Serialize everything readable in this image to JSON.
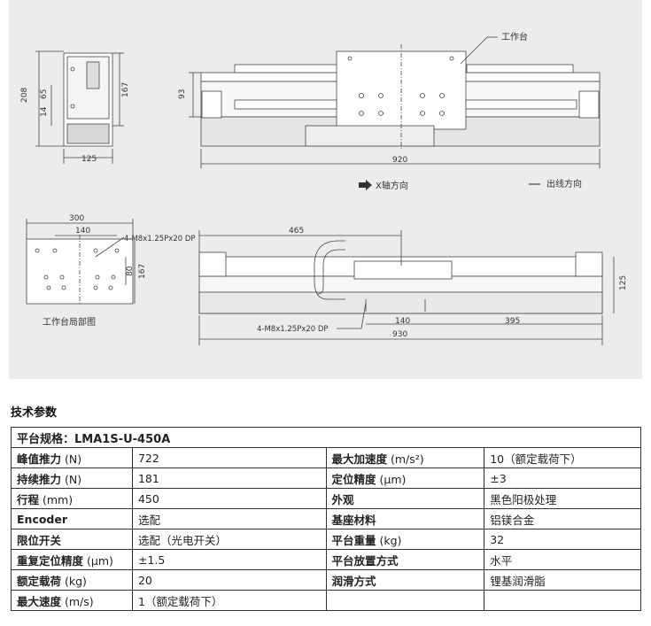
{
  "drawing": {
    "top_label_platform": "工作台",
    "dim_208": "208",
    "dim_65": "65",
    "dim_14": "14",
    "dim_167a": "167",
    "dim_125": "125",
    "dim_93": "93",
    "dim_920": "920",
    "axis_dir": "X轴方向",
    "cable_dir": "出线方向",
    "dim_300": "300",
    "dim_140a": "140",
    "hole_spec_a": "4-M8x1.25Px20 DP",
    "dim_80": "80",
    "dim_167b": "167",
    "detail_caption": "工作台局部图",
    "dim_465": "465",
    "dim_125b": "125",
    "hole_spec_b": "4-M8x1.25Px20 DP",
    "dim_140b": "140",
    "dim_395": "395",
    "dim_930": "930"
  },
  "section_title": "技术参数",
  "table": {
    "header_label": "平台规格：",
    "header_model": "LMA1S-U-450A",
    "rows": [
      {
        "k1": "峰值推力",
        "u1": " (N)",
        "v1": "722",
        "k2": "最大加速度",
        "u2": " (m/s²)",
        "v2": "10（额定载荷下）"
      },
      {
        "k1": "持续推力",
        "u1": " (N)",
        "v1": "181",
        "k2": "定位精度",
        "u2": " (μm)",
        "v2": "±3"
      },
      {
        "k1": "行程",
        "u1": " (mm)",
        "v1": "450",
        "k2": "外观",
        "u2": "",
        "v2": "黑色阳极处理"
      },
      {
        "k1": "Encoder",
        "u1": "",
        "v1": "选配",
        "k2": "基座材料",
        "u2": "",
        "v2": "铝镁合金"
      },
      {
        "k1": "限位开关",
        "u1": "",
        "v1": "选配（光电开关）",
        "k2": "平台重量",
        "u2": " (kg)",
        "v2": "32"
      },
      {
        "k1": "重复定位精度",
        "u1": " (μm)",
        "v1": "±1.5",
        "k2": "平台放置方式",
        "u2": "",
        "v2": "水平"
      },
      {
        "k1": "额定载荷",
        "u1": " (kg)",
        "v1": "20",
        "k2": "润滑方式",
        "u2": "",
        "v2": "锂基润滑脂"
      },
      {
        "k1": "最大速度",
        "u1": " (m/s)",
        "v1": "1（额定载荷下）",
        "k2": "",
        "u2": "",
        "v2": ""
      }
    ]
  }
}
